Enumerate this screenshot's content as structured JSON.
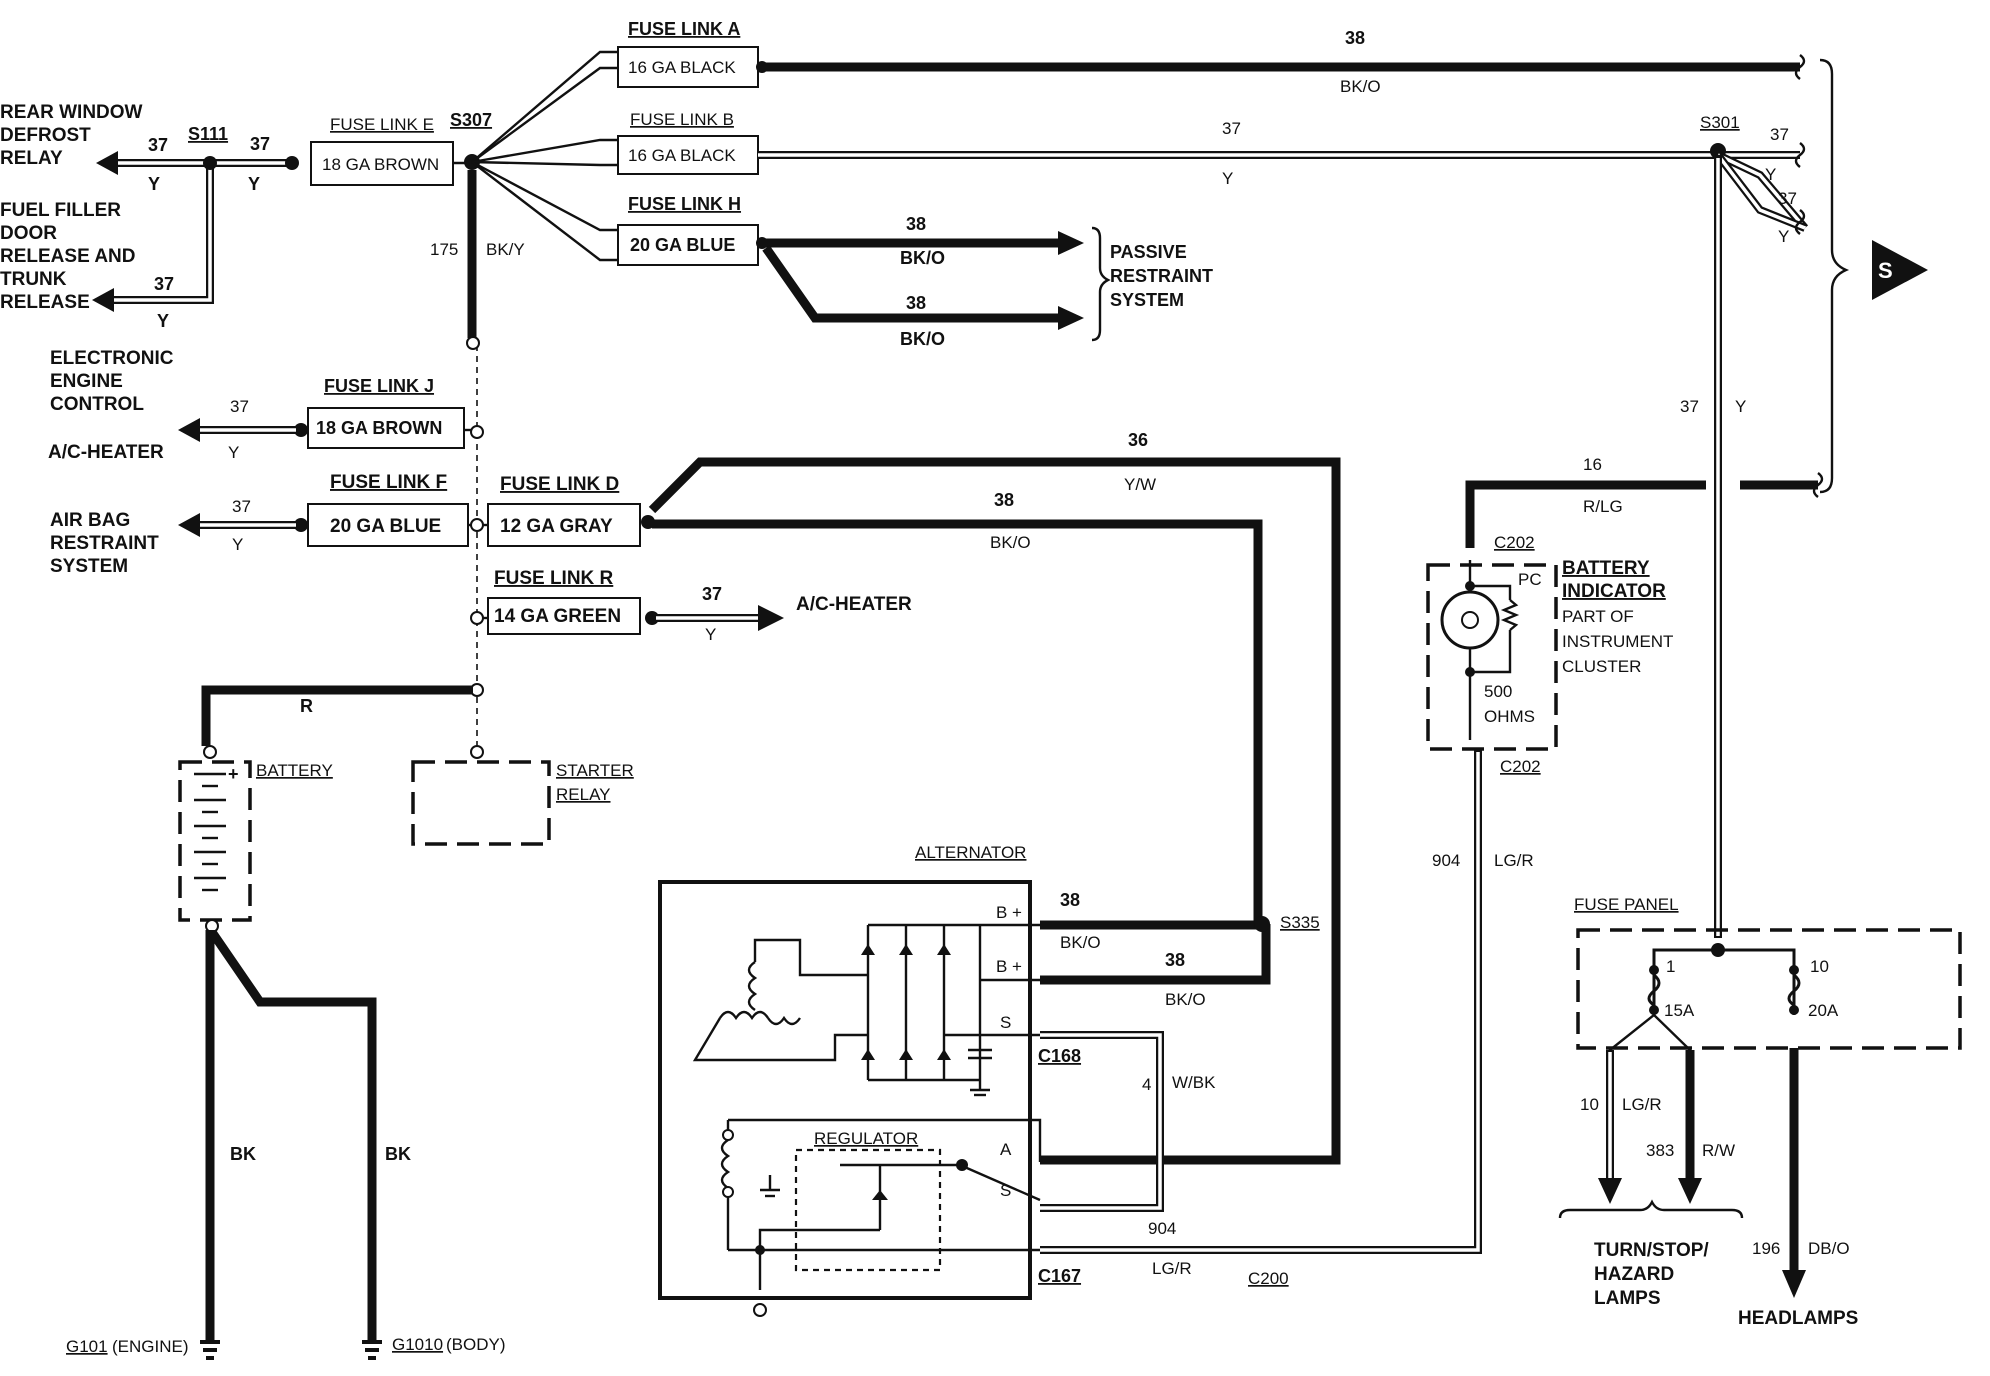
{
  "left_labels": {
    "rear_window": [
      "REAR WINDOW",
      "DEFROST",
      "RELAY"
    ],
    "fuel_filler": [
      "FUEL FILLER",
      "DOOR",
      "RELEASE AND",
      "TRUNK",
      "RELEASE"
    ],
    "eec": [
      "ELECTRONIC",
      "ENGINE",
      "CONTROL"
    ],
    "ac_heater_left": "A/C-HEATER",
    "air_bag": [
      "AIR BAG",
      "RESTRAINT",
      "SYSTEM"
    ]
  },
  "splices": {
    "s111": "S111",
    "s307": "S307",
    "s301": "S301",
    "s335": "S335"
  },
  "fuse_links": {
    "a": {
      "title": "FUSE LINK A",
      "spec": "16 GA  BLACK"
    },
    "b": {
      "title": "FUSE LINK B",
      "spec": "16 GA  BLACK"
    },
    "e": {
      "title": "FUSE LINK E",
      "spec": "18 GA  BROWN"
    },
    "h": {
      "title": "FUSE LINK H",
      "spec": "20 GA BLUE"
    },
    "j": {
      "title": "FUSE LINK J",
      "spec": "18 GA BROWN"
    },
    "f": {
      "title": "FUSE  LINK F",
      "spec": "20 GA  BLUE"
    },
    "d": {
      "title": "FUSE LINK D",
      "spec": "12 GA GRAY"
    },
    "r": {
      "title": "FUSE LINK R",
      "spec": "14  GA  GREEN"
    }
  },
  "wires": {
    "w38_bko_top": {
      "num": "38",
      "color": "BK/O"
    },
    "w37_y_b": {
      "num": "37",
      "color": "Y"
    },
    "w37_rear1": "37",
    "w37_rear2": "37",
    "y_rear1": "Y",
    "y_rear2": "Y",
    "w37_fuel": "37",
    "y_fuel": "Y",
    "w175": {
      "num": "175",
      "color": "BK/Y"
    },
    "w38_passive1": {
      "num": "38",
      "color": "BK/O"
    },
    "w38_passive2": {
      "num": "38",
      "color": "BK/O"
    },
    "w37_eec": {
      "num": "37",
      "color": "Y"
    },
    "w37_air": {
      "num": "37",
      "color": "Y"
    },
    "w36": {
      "num": "36",
      "color": "Y/W"
    },
    "w38_d": {
      "num": "38",
      "color": "BK/O"
    },
    "w37_r": {
      "num": "37",
      "color": "Y"
    },
    "w_r": "R",
    "w16": {
      "num": "16",
      "color": "R/LG"
    },
    "w37_s301a": {
      "num": "37",
      "color": "Y"
    },
    "w37_s301b": {
      "num": "37",
      "color": "Y"
    },
    "w37_vert": {
      "num": "37",
      "color": "Y"
    },
    "w904_vert": {
      "num": "904",
      "color": "LG/R"
    },
    "w38_b1": {
      "num": "38",
      "color": "BK/O"
    },
    "w38_b2": {
      "num": "38",
      "color": "BK/O"
    },
    "w4": {
      "num": "4",
      "color": "W/BK"
    },
    "w904_bot": {
      "num": "904",
      "color": "LG/R"
    },
    "bk1": "BK",
    "bk2": "BK",
    "w10": {
      "num": "10",
      "color": "LG/R"
    },
    "w383": {
      "num": "383",
      "color": "R/W"
    },
    "w196": {
      "num": "196",
      "color": "DB/O"
    }
  },
  "components": {
    "passive": [
      "PASSIVE",
      "RESTRAINT",
      "SYSTEM"
    ],
    "ac_heater_right": "A/C-HEATER",
    "battery": "BATTERY",
    "starter_relay": [
      "STARTER",
      "RELAY"
    ],
    "alternator": "ALTERNATOR",
    "regulator": "REGULATOR",
    "batt_indicator": [
      "BATTERY",
      "INDICATOR"
    ],
    "instrument": [
      "PART OF",
      "INSTRUMENT",
      "CLUSTER"
    ],
    "pc": "PC",
    "ohms": [
      "500",
      "OHMS"
    ],
    "fuse_panel": "FUSE PANEL",
    "turn_lamps": [
      "TURN/STOP/",
      "HAZARD",
      "LAMPS"
    ],
    "headlamps": "HEADLAMPS",
    "s_ref": "S"
  },
  "connectors": {
    "c202_top": "C202",
    "c202_bot": "C202",
    "c168": "C168",
    "c167": "C167",
    "c200": "C200",
    "b_plus_1": "B +",
    "b_plus_2": "B +",
    "s_term": "S",
    "a_term": "A",
    "s_term2": "S"
  },
  "fuses": {
    "f1": "1",
    "f1_amp": "15A",
    "f10": "10",
    "f10_amp": "20A"
  },
  "grounds": {
    "g101": "G101",
    "g101_desc": "(ENGINE)",
    "g1010": "G1010",
    "g1010_desc": "(BODY)"
  }
}
